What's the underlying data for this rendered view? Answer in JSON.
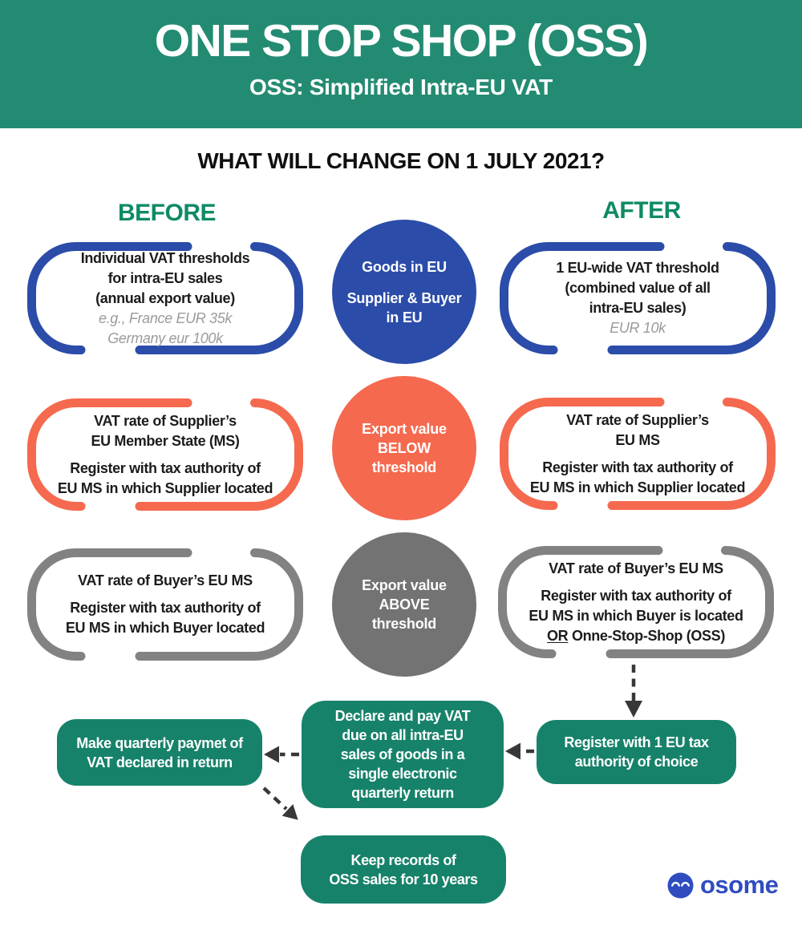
{
  "colors": {
    "header_green": "#238B72",
    "label_green": "#0F8A66",
    "box_green": "#17826A",
    "blue": "#2B4CA8",
    "coral": "#F5694F",
    "gray_circle": "#737373",
    "gray_bracket": "#828282",
    "text_dark": "#1C1C1C",
    "note_gray": "#9B9B9B",
    "arrow_dark": "#383838",
    "logo_blue": "#2F4DC0"
  },
  "header": {
    "title": "ONE STOP SHOP (OSS)",
    "subtitle": "OSS: Simplified Intra-EU VAT"
  },
  "section": {
    "heading": "WHAT WILL CHANGE ON 1 JULY 2021?",
    "before_label": "BEFORE",
    "after_label": "AFTER"
  },
  "row1": {
    "before": {
      "line1": "Individual VAT thresholds",
      "line2": "for intra-EU sales",
      "line3": "(annual export value)",
      "note1": "e.g., France EUR 35k",
      "note2": "Germany eur 100k"
    },
    "circle": {
      "line1": "Goods in EU",
      "line2": "Supplier & Buyer",
      "line3": "in EU"
    },
    "after": {
      "line1": "1 EU-wide VAT threshold",
      "line2": "(combined value of all",
      "line3": "intra-EU sales)",
      "note1": "EUR 10k"
    }
  },
  "row2": {
    "before": {
      "p1l1": "VAT rate of Supplier’s",
      "p1l2": "EU Member State (MS)",
      "p2l1": "Register with tax authority of",
      "p2l2": "EU MS in which Supplier located"
    },
    "circle": {
      "line1": "Export value",
      "emphasis": "BELOW",
      "line3": "threshold"
    },
    "after": {
      "p1l1": "VAT rate of Supplier’s",
      "p1l2": "EU MS",
      "p2l1": "Register with tax authority of",
      "p2l2": "EU MS in which Supplier located"
    }
  },
  "row3": {
    "before": {
      "p1l1": "VAT rate of Buyer’s EU MS",
      "p2l1": "Register with tax authority of",
      "p2l2": "EU MS in which Buyer located"
    },
    "circle": {
      "line1": "Export value",
      "emphasis": "ABOVE",
      "line3": "threshold"
    },
    "after": {
      "p1l1": "VAT rate of Buyer’s EU MS",
      "p2l1": "Register with tax authority of",
      "p2l2": "EU MS in which Buyer is located",
      "p3_or": "OR",
      "p3_rest": "Onne-Stop-Shop (OSS)"
    }
  },
  "flow": {
    "quarterly": {
      "line1": "Make quarterly paymet of",
      "line2": "VAT declared in return"
    },
    "declare": {
      "line1": "Declare and pay VAT",
      "line2": "due on all intra-EU",
      "line3": "sales of goods in a",
      "line4": "single electronic",
      "line5": "quarterly return"
    },
    "register": {
      "line1": "Register with 1 EU tax",
      "line2": "authority of choice"
    },
    "records": {
      "line1": "Keep records of",
      "line2": "OSS sales for 10 years"
    }
  },
  "logo": {
    "name": "osome"
  }
}
